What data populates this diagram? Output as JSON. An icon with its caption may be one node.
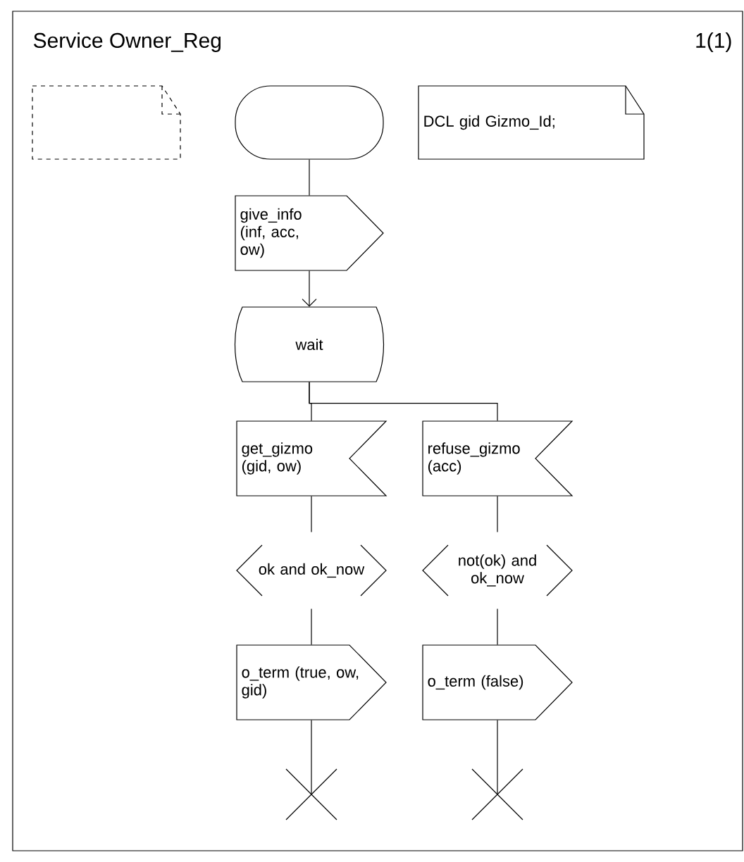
{
  "diagram": {
    "title": "Service Owner_Reg",
    "nodes": [
      {
        "text": [],
        "shape": "note"
      },
      {
        "text": [],
        "shape": "oval"
      },
      {
        "text": [
          "DCL gid Gizmo_Id;"
        ]
      },
      {
        "text": [
          "give_info (inf, acc, ow)"
        ]
      },
      {
        "text": [
          "wait"
        ]
      },
      {
        "text": [
          "get_gizmo (gid, ow)"
        ]
      },
      {
        "text": [
          "refuse_gizmo (acc)"
        ]
      },
      {
        "text": [
          "ok and ok_now"
        ]
      },
      {
        "text": [
          "not(ok) and ok_now"
        ]
      },
      {
        "text": [
          "o_term (true, ow, gid)"
        ]
      },
      {
        "text": [
          "o_term (false)"
        ]
      },
      {
        "text": [],
        "shape": "cross"
      },
      {
        "text": [],
        "shape": "cross"
      }
    ],
    "edges": [
      {
        "from": 1,
        "to": 3,
        "arrow": "none"
      },
      {
        "from": 3,
        "to": 4,
        "arrow": "to"
      },
      {
        "from": 4,
        "to": 5,
        "arrow": "none"
      },
      {
        "from": 4,
        "to": 6,
        "arrow": "none"
      },
      {
        "from": 5,
        "to": 7,
        "arrow": "none"
      },
      {
        "from": 6,
        "to": 8,
        "arrow": "none"
      },
      {
        "from": 7,
        "to": 9,
        "arrow": "none"
      },
      {
        "from": 8,
        "to": 10,
        "arrow": "none"
      },
      {
        "from": 9,
        "to": 11,
        "arrow": "none"
      },
      {
        "from": 10,
        "to": 12,
        "arrow": "none"
      }
    ],
    "labels": [
      "1(1)"
    ]
  }
}
